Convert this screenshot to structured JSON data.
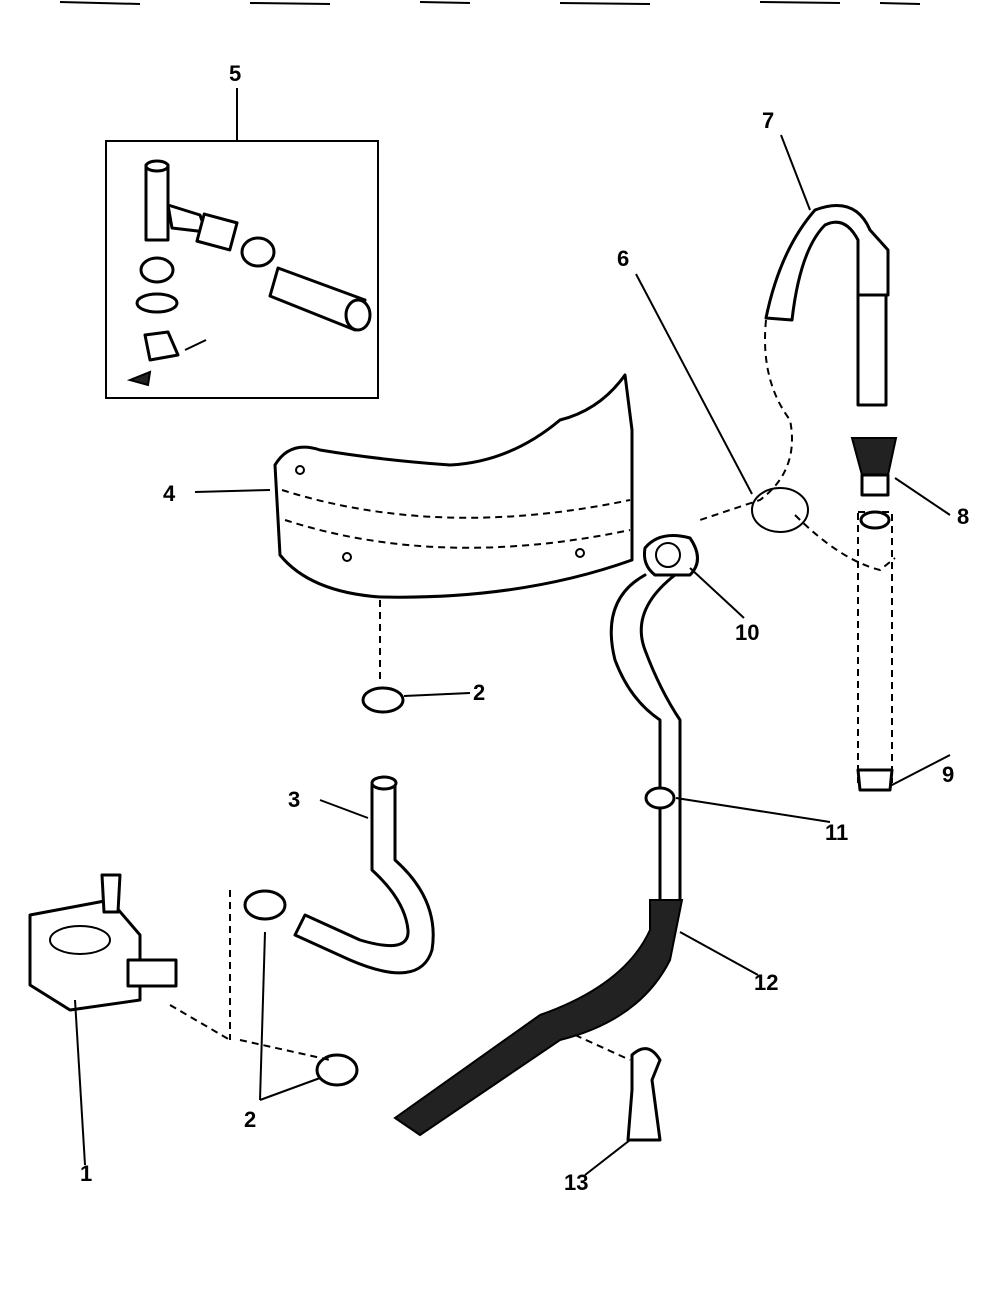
{
  "callouts": [
    {
      "id": "c1",
      "text": "1"
    },
    {
      "id": "c2a",
      "text": "2"
    },
    {
      "id": "c2b",
      "text": "2"
    },
    {
      "id": "c3",
      "text": "3"
    },
    {
      "id": "c4",
      "text": "4"
    },
    {
      "id": "c5",
      "text": "5"
    },
    {
      "id": "c6",
      "text": "6"
    },
    {
      "id": "c7",
      "text": "7"
    },
    {
      "id": "c8",
      "text": "8"
    },
    {
      "id": "c9",
      "text": "9"
    },
    {
      "id": "c10",
      "text": "10"
    },
    {
      "id": "c11",
      "text": "11"
    },
    {
      "id": "c12",
      "text": "12"
    },
    {
      "id": "c13",
      "text": "13"
    }
  ]
}
